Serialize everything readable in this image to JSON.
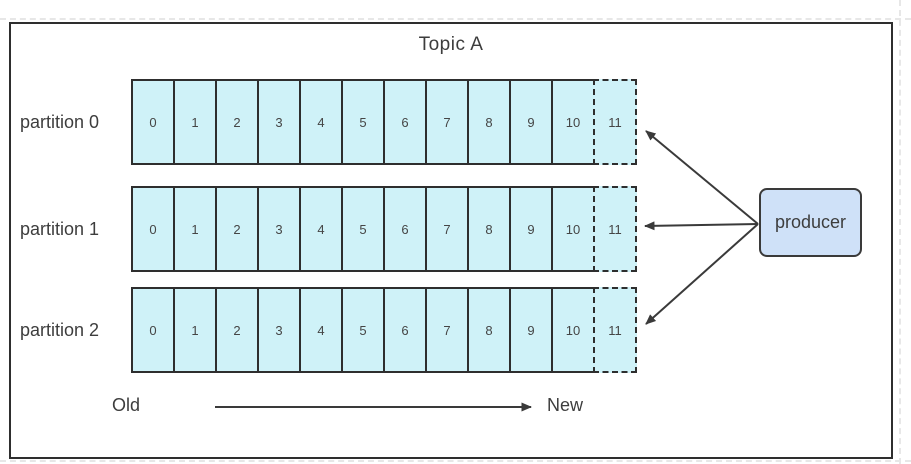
{
  "diagram": {
    "title": "Topic A",
    "partitions": [
      {
        "label": "partition 0",
        "cells": [
          "0",
          "1",
          "2",
          "3",
          "4",
          "5",
          "6",
          "7",
          "8",
          "9",
          "10"
        ],
        "next_cell": "11"
      },
      {
        "label": "partition 1",
        "cells": [
          "0",
          "1",
          "2",
          "3",
          "4",
          "5",
          "6",
          "7",
          "8",
          "9",
          "10"
        ],
        "next_cell": "11"
      },
      {
        "label": "partition 2",
        "cells": [
          "0",
          "1",
          "2",
          "3",
          "4",
          "5",
          "6",
          "7",
          "8",
          "9",
          "10"
        ],
        "next_cell": "11"
      }
    ],
    "producer": {
      "label": "producer"
    },
    "axis": {
      "old_label": "Old",
      "new_label": "New"
    },
    "colors": {
      "cell_fill": "#cff2f8",
      "producer_fill": "#cfe1f8",
      "frame_border": "#2e2e2e",
      "arrow_line": "#3a3a3a",
      "text": "#3d3d3d"
    }
  }
}
